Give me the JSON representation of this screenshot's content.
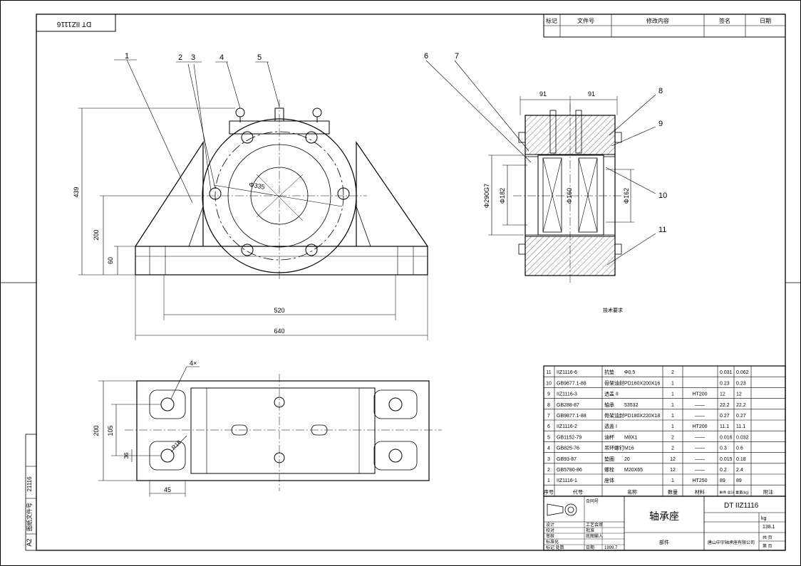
{
  "drawing_number_top": "DT IIZ1116",
  "side_label": "21116",
  "format_label": "A2",
  "side_code_label": "图纸文件号",
  "revision_table": {
    "headers": [
      "标记",
      "文件号",
      "修改内容",
      "签名",
      "日期"
    ]
  },
  "leaders": [
    "1",
    "2",
    "3",
    "4",
    "5",
    "6",
    "7",
    "8",
    "9",
    "10",
    "11"
  ],
  "front_view_dims": {
    "height_total": "439",
    "height_200": "200",
    "height_60": "60",
    "diameter": "Φ335",
    "span_520": "520",
    "span_640": "640"
  },
  "section_view_dims": {
    "left_91": "91",
    "right_91": "91",
    "d_outer": "Φ290G7",
    "d_182": "Φ182",
    "d_160": "Φ160",
    "d_162": "Φ162",
    "caption": "技术要求"
  },
  "top_view_dims": {
    "width_200": "200",
    "width_105": "105",
    "hole_r": "R18",
    "depth_36": "36",
    "dim_45": "45",
    "label_4x": "4×"
  },
  "parts_list": {
    "rows": [
      {
        "no": "11",
        "code": "IIZ1116-6",
        "name": "抗垫",
        "spec": "Φ0.5",
        "qty": "2",
        "mat": "",
        "unit": "0.031",
        "total": "0.062",
        "note": ""
      },
      {
        "no": "10",
        "code": "GB9877.1-88",
        "name": "骨架油封",
        "spec": "PD160X200X16",
        "qty": "1",
        "mat": "",
        "unit": "0.23",
        "total": "0.23",
        "note": ""
      },
      {
        "no": "9",
        "code": "IIZ1116-3",
        "name": "透盖 II",
        "spec": "",
        "qty": "1",
        "mat": "HT200",
        "unit": "12",
        "total": "12",
        "note": ""
      },
      {
        "no": "8",
        "code": "GB288-87",
        "name": "轴承",
        "spec": "53532",
        "qty": "1",
        "mat": "——",
        "unit": "22.2",
        "total": "22.2",
        "note": ""
      },
      {
        "no": "7",
        "code": "GB9877.1-88",
        "name": "骨架油封",
        "spec": "PD180X220X18",
        "qty": "1",
        "mat": "——",
        "unit": "0.27",
        "total": "0.27",
        "note": ""
      },
      {
        "no": "6",
        "code": "IIZ1116-2",
        "name": "透盖 I",
        "spec": "",
        "qty": "1",
        "mat": "HT200",
        "unit": "11.1",
        "total": "11.1",
        "note": ""
      },
      {
        "no": "5",
        "code": "GB1152-79",
        "name": "油杯",
        "spec": "M8X1",
        "qty": "2",
        "mat": "——",
        "unit": "0.016",
        "total": "0.032",
        "note": ""
      },
      {
        "no": "4",
        "code": "GB825-76",
        "name": "吊环螺钉",
        "spec": "M16",
        "qty": "2",
        "mat": "——",
        "unit": "0.3",
        "total": "0.6",
        "note": ""
      },
      {
        "no": "3",
        "code": "GB93-87",
        "name": "垫圈",
        "spec": "20",
        "qty": "12",
        "mat": "——",
        "unit": "0.015",
        "total": "0.18",
        "note": ""
      },
      {
        "no": "2",
        "code": "GB5780-86",
        "name": "螺栓",
        "spec": "M20X65",
        "qty": "12",
        "mat": "——",
        "unit": "0.2",
        "total": "2.4",
        "note": ""
      },
      {
        "no": "1",
        "code": "IIZ1116-1",
        "name": "座体",
        "spec": "",
        "qty": "1",
        "mat": "HT250",
        "unit": "89",
        "total": "89",
        "note": ""
      }
    ],
    "header": {
      "no": "序号",
      "code": "代号",
      "name": "名称",
      "qty": "数量",
      "mat": "材料",
      "weight": "单件 总计 重量(kg)",
      "note": "附注"
    }
  },
  "title_block": {
    "contract": "合同号",
    "title": "轴承座",
    "drawing_no": "DT IIZ1116",
    "weight_label": "kg",
    "weight_value": "138.1",
    "designer": "设计",
    "checker": "校对",
    "reviewer": "审核",
    "standard": "标准化",
    "process": "工艺会审",
    "approve": "批准",
    "filing": "底图输入",
    "date_label": "日期",
    "date_value": "1999.7",
    "part": "部件",
    "company": "唐山中宇轴承座有限公司",
    "sheets": "共  页",
    "sheet": "第  页",
    "marks": "标记 处数"
  }
}
